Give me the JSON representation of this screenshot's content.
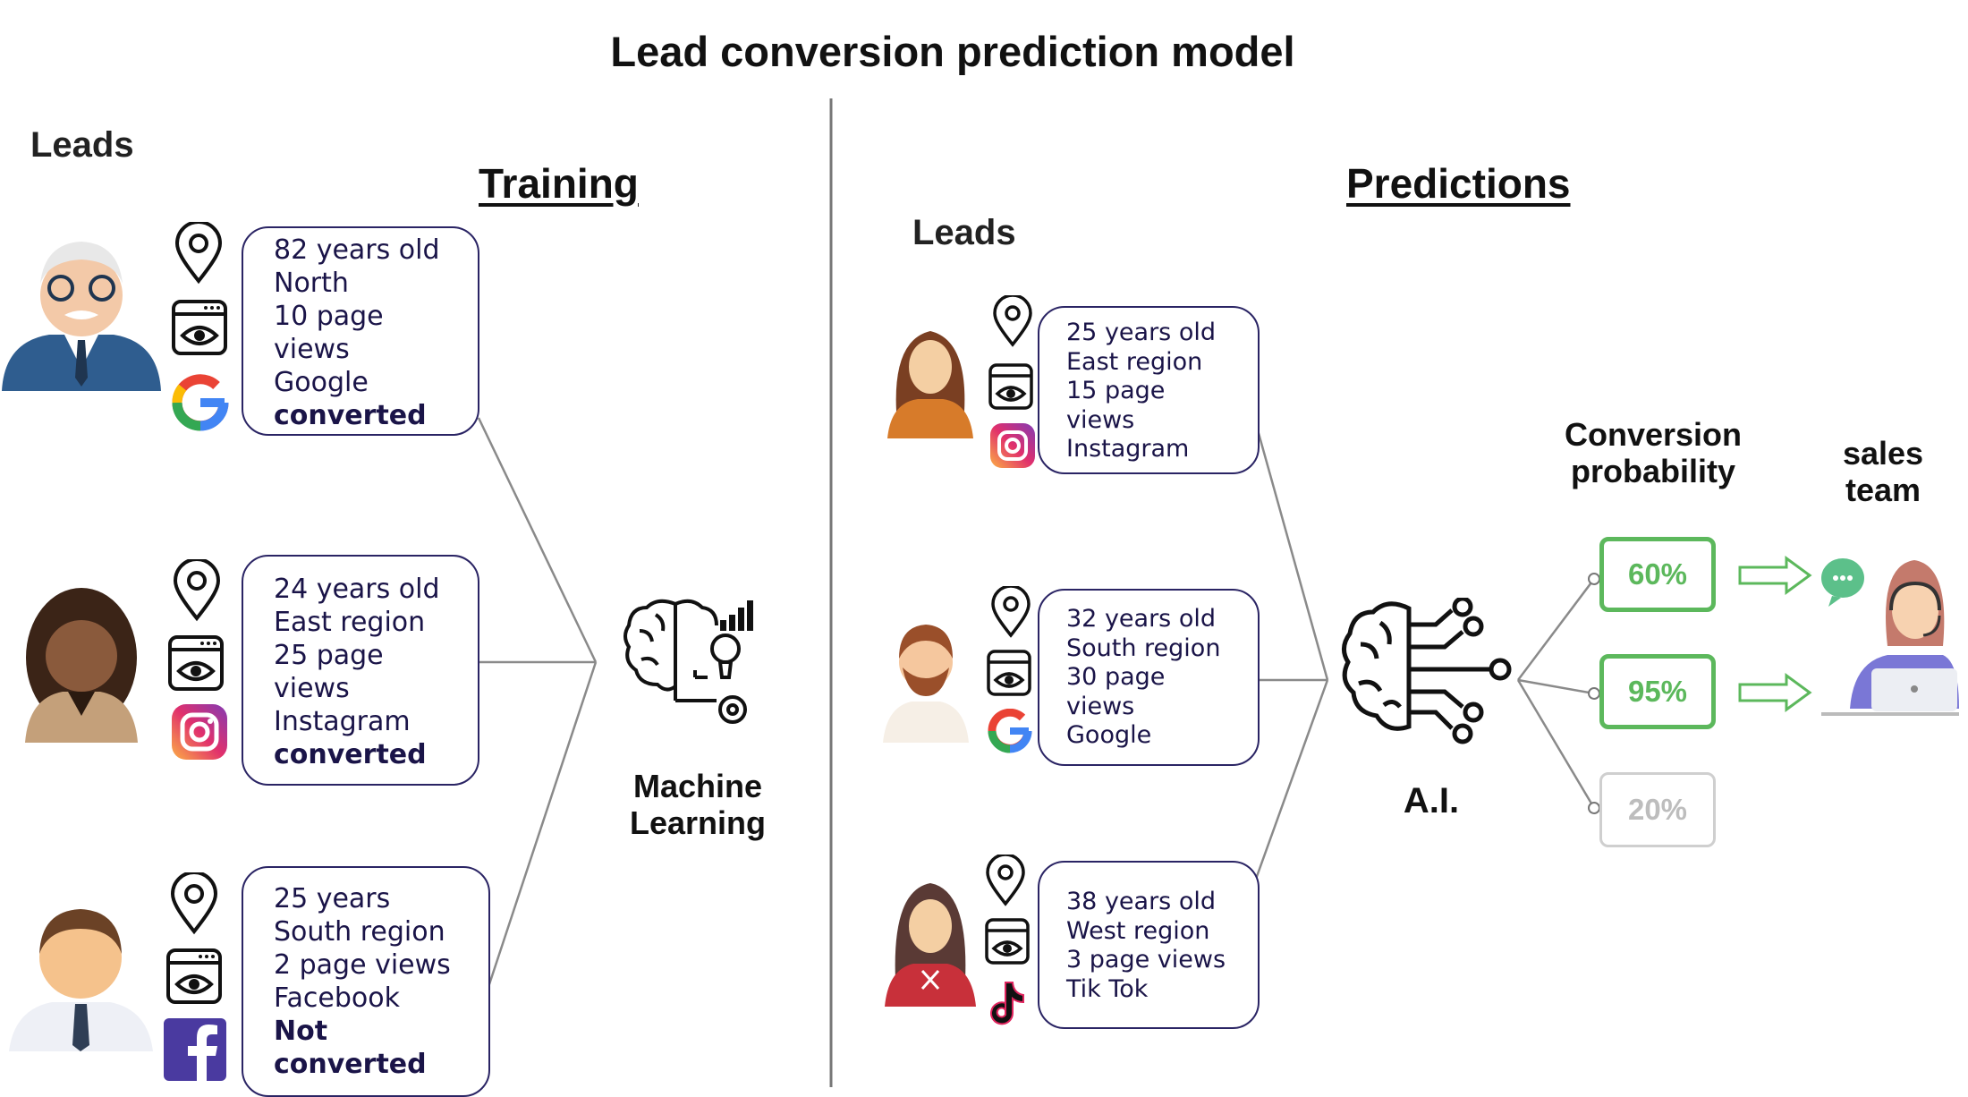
{
  "title": "Lead conversion prediction model",
  "training": {
    "heading": "Training",
    "leads_label": "Leads",
    "leads": [
      {
        "lines": [
          "82 years old",
          "North",
          "10 page",
          "views",
          "Google",
          "converted"
        ],
        "bold_last": 1,
        "source": "google-icon"
      },
      {
        "lines": [
          "24 years old",
          "East region",
          "25 page",
          "views",
          "Instagram",
          "converted"
        ],
        "bold_last": 1,
        "source": "instagram-icon"
      },
      {
        "lines": [
          "25 years",
          "South region",
          "2 page views",
          "Facebook",
          "Not",
          "converted"
        ],
        "bold_last": 2,
        "source": "facebook-icon"
      }
    ],
    "model_label": [
      "Machine",
      "Learning"
    ]
  },
  "predictions": {
    "heading": "Predictions",
    "leads_label": "Leads",
    "leads": [
      {
        "lines": [
          "25 years old",
          "East region",
          "15 page",
          "views",
          "Instagram"
        ],
        "source": "instagram-icon"
      },
      {
        "lines": [
          "32 years old",
          "South region",
          "30 page",
          "views",
          "Google"
        ],
        "source": "google-icon"
      },
      {
        "lines": [
          "38 years old",
          "West region",
          "3 page views",
          "Tik Tok"
        ],
        "source": "tiktok-icon"
      }
    ],
    "model_label": "A.I.",
    "probability_label": [
      "Conversion",
      "probability"
    ],
    "sales_label": [
      "sales",
      "team"
    ],
    "probabilities": [
      {
        "value": "60%",
        "sent_to_sales": true
      },
      {
        "value": "95%",
        "sent_to_sales": true
      },
      {
        "value": "20%",
        "sent_to_sales": false
      }
    ]
  },
  "colors": {
    "box_border": "#2a2464",
    "prob_green": "#5cb85c",
    "prob_gray": "#cfcfcf",
    "line_gray": "#888888"
  }
}
